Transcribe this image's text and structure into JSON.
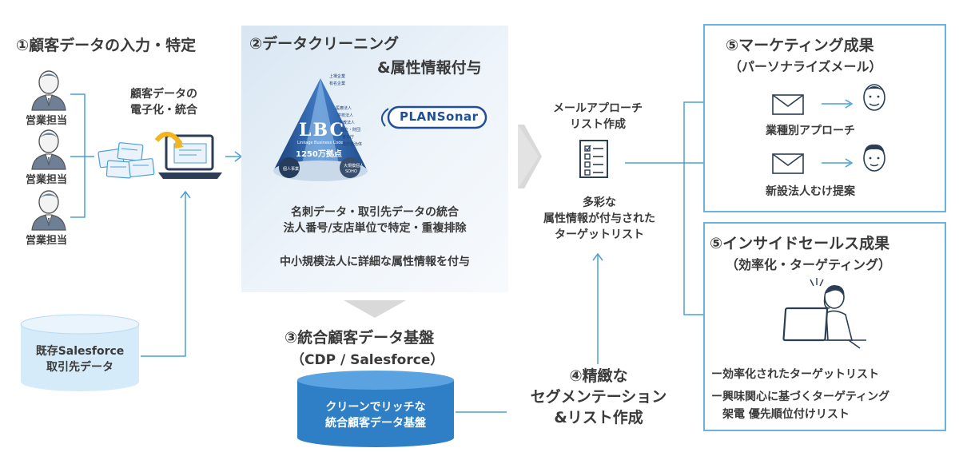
{
  "step1": {
    "title": "①顧客データの入力・特定",
    "person_label": "営業担当",
    "digitize_label": "顧客データの\n電子化・統合"
  },
  "legacy_db": {
    "label": "既存Salesforce\n取引先データ"
  },
  "step2": {
    "title_line1": "②データクリーニング",
    "title_line2": "&属性情報付与",
    "pyramid_brand": "LBC",
    "pyramid_brand_sub": "Linkage Business Code",
    "pyramid_count": "1250万拠点",
    "pyramid_labels": [
      "上場企業",
      "有名企業",
      "医療法人",
      "学校法人",
      "宗教法人",
      "独立・財団",
      "官公庁",
      "地方自治体",
      "個人事業",
      "大規模個人",
      "SOHO"
    ],
    "brand_logo": "PLANSonar",
    "desc_line1": "名刺データ・取引先データの統合",
    "desc_line2": "法人番号/支店単位で特定・重複排除",
    "desc_line3": "中小規模法人に詳細な属性情報を付与"
  },
  "step3": {
    "title": "③統合顧客データ基盤",
    "subtitle": "（CDP / Salesforce）",
    "db_label": "クリーンでリッチな\n統合顧客データ基盤"
  },
  "step4": {
    "title": "④精緻な\nセグメンテーション\n&リスト作成"
  },
  "middle": {
    "list_title": "メールアプローチ\nリスト作成",
    "list_desc": "多彩な\n属性情報が付与された\nターゲットリスト"
  },
  "step5a": {
    "title": "⑤マーケティング成果",
    "subtitle": "（パーソナライズメール）",
    "item1": "業種別アプローチ",
    "item2": "新設法人むけ提案"
  },
  "step5b": {
    "title": "⑤インサイドセールス成果",
    "subtitle": "（効率化・ターゲティング）",
    "bullet1": "ー効率化されたターゲットリスト",
    "bullet2": "ー興味関心に基づくターゲティング\n　架電 優先順位付けリスト"
  },
  "colors": {
    "accent": "#4a9fd8",
    "frame": "#6ab3de",
    "db_dark": "#2f7fc6",
    "db_light": "#d6ebfa",
    "shade": "#e4eef7",
    "text": "#3a3a3a"
  }
}
